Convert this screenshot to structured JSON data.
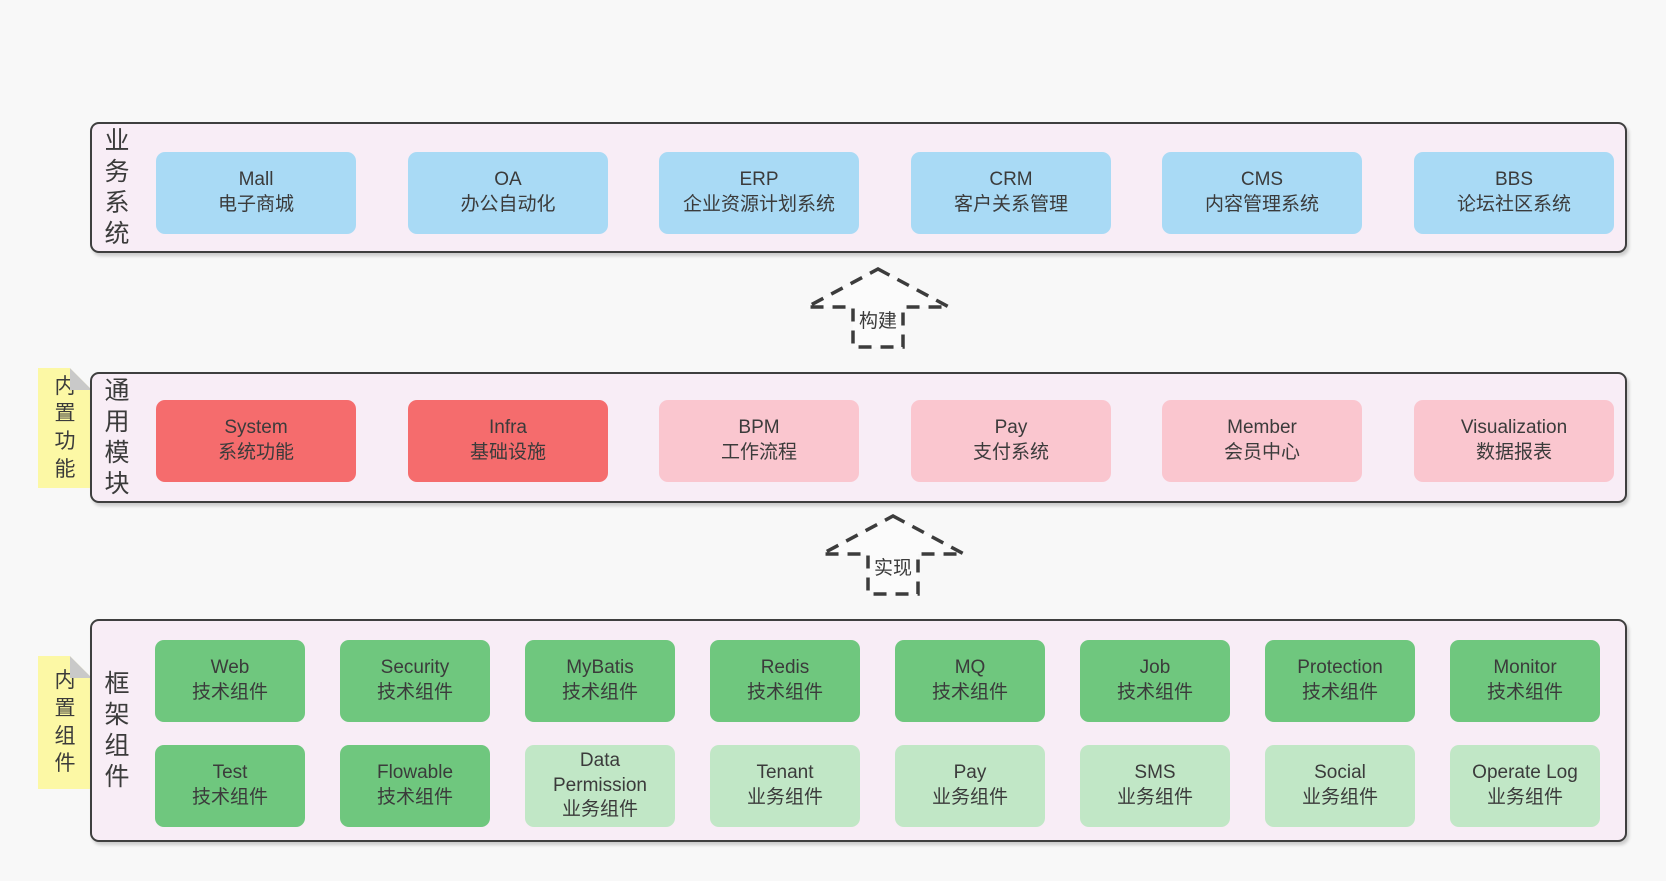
{
  "colors": {
    "page-bg": "#f8f8f8",
    "section-bg": "#f8edf6",
    "border": "#3f3f3f",
    "text": "#3b3b3b",
    "blue": "#a9daf5",
    "red": "#f56c6d",
    "pink": "#fac6cf",
    "green-dark": "#6fc77e",
    "green-light": "#c1e7c6",
    "yellow": "#fcf8a5",
    "fold": "#c9c9c9"
  },
  "sections": [
    {
      "label": "业务系统",
      "items": [
        {
          "title": "Mall",
          "subtitle": "电子商城"
        },
        {
          "title": "OA",
          "subtitle": "办公自动化"
        },
        {
          "title": "ERP",
          "subtitle": "企业资源计划系统"
        },
        {
          "title": "CRM",
          "subtitle": "客户关系管理"
        },
        {
          "title": "CMS",
          "subtitle": "内容管理系统"
        },
        {
          "title": "BBS",
          "subtitle": "论坛社区系统"
        }
      ]
    },
    {
      "label": "通用模块",
      "note": "内置功能",
      "items": [
        {
          "title": "System",
          "subtitle": "系统功能"
        },
        {
          "title": "Infra",
          "subtitle": "基础设施"
        },
        {
          "title": "BPM",
          "subtitle": "工作流程"
        },
        {
          "title": "Pay",
          "subtitle": "支付系统"
        },
        {
          "title": "Member",
          "subtitle": "会员中心"
        },
        {
          "title": "Visualization",
          "subtitle": "数据报表"
        }
      ]
    },
    {
      "label": "框架组件",
      "note": "内置组件",
      "row1": [
        {
          "title": "Web",
          "subtitle": "技术组件"
        },
        {
          "title": "Security",
          "subtitle": "技术组件"
        },
        {
          "title": "MyBatis",
          "subtitle": "技术组件"
        },
        {
          "title": "Redis",
          "subtitle": "技术组件"
        },
        {
          "title": "MQ",
          "subtitle": "技术组件"
        },
        {
          "title": "Job",
          "subtitle": "技术组件"
        },
        {
          "title": "Protection",
          "subtitle": "技术组件"
        },
        {
          "title": "Monitor",
          "subtitle": "技术组件"
        }
      ],
      "row2": [
        {
          "title": "Test",
          "subtitle": "技术组件"
        },
        {
          "title": "Flowable",
          "subtitle": "技术组件"
        },
        {
          "title": "Data Permission",
          "subtitle": "业务组件"
        },
        {
          "title": "Tenant",
          "subtitle": "业务组件"
        },
        {
          "title": "Pay",
          "subtitle": "业务组件"
        },
        {
          "title": "SMS",
          "subtitle": "业务组件"
        },
        {
          "title": "Social",
          "subtitle": "业务组件"
        },
        {
          "title": "Operate Log",
          "subtitle": "业务组件"
        }
      ]
    }
  ],
  "arrows": [
    {
      "label": "构建"
    },
    {
      "label": "实现"
    }
  ]
}
